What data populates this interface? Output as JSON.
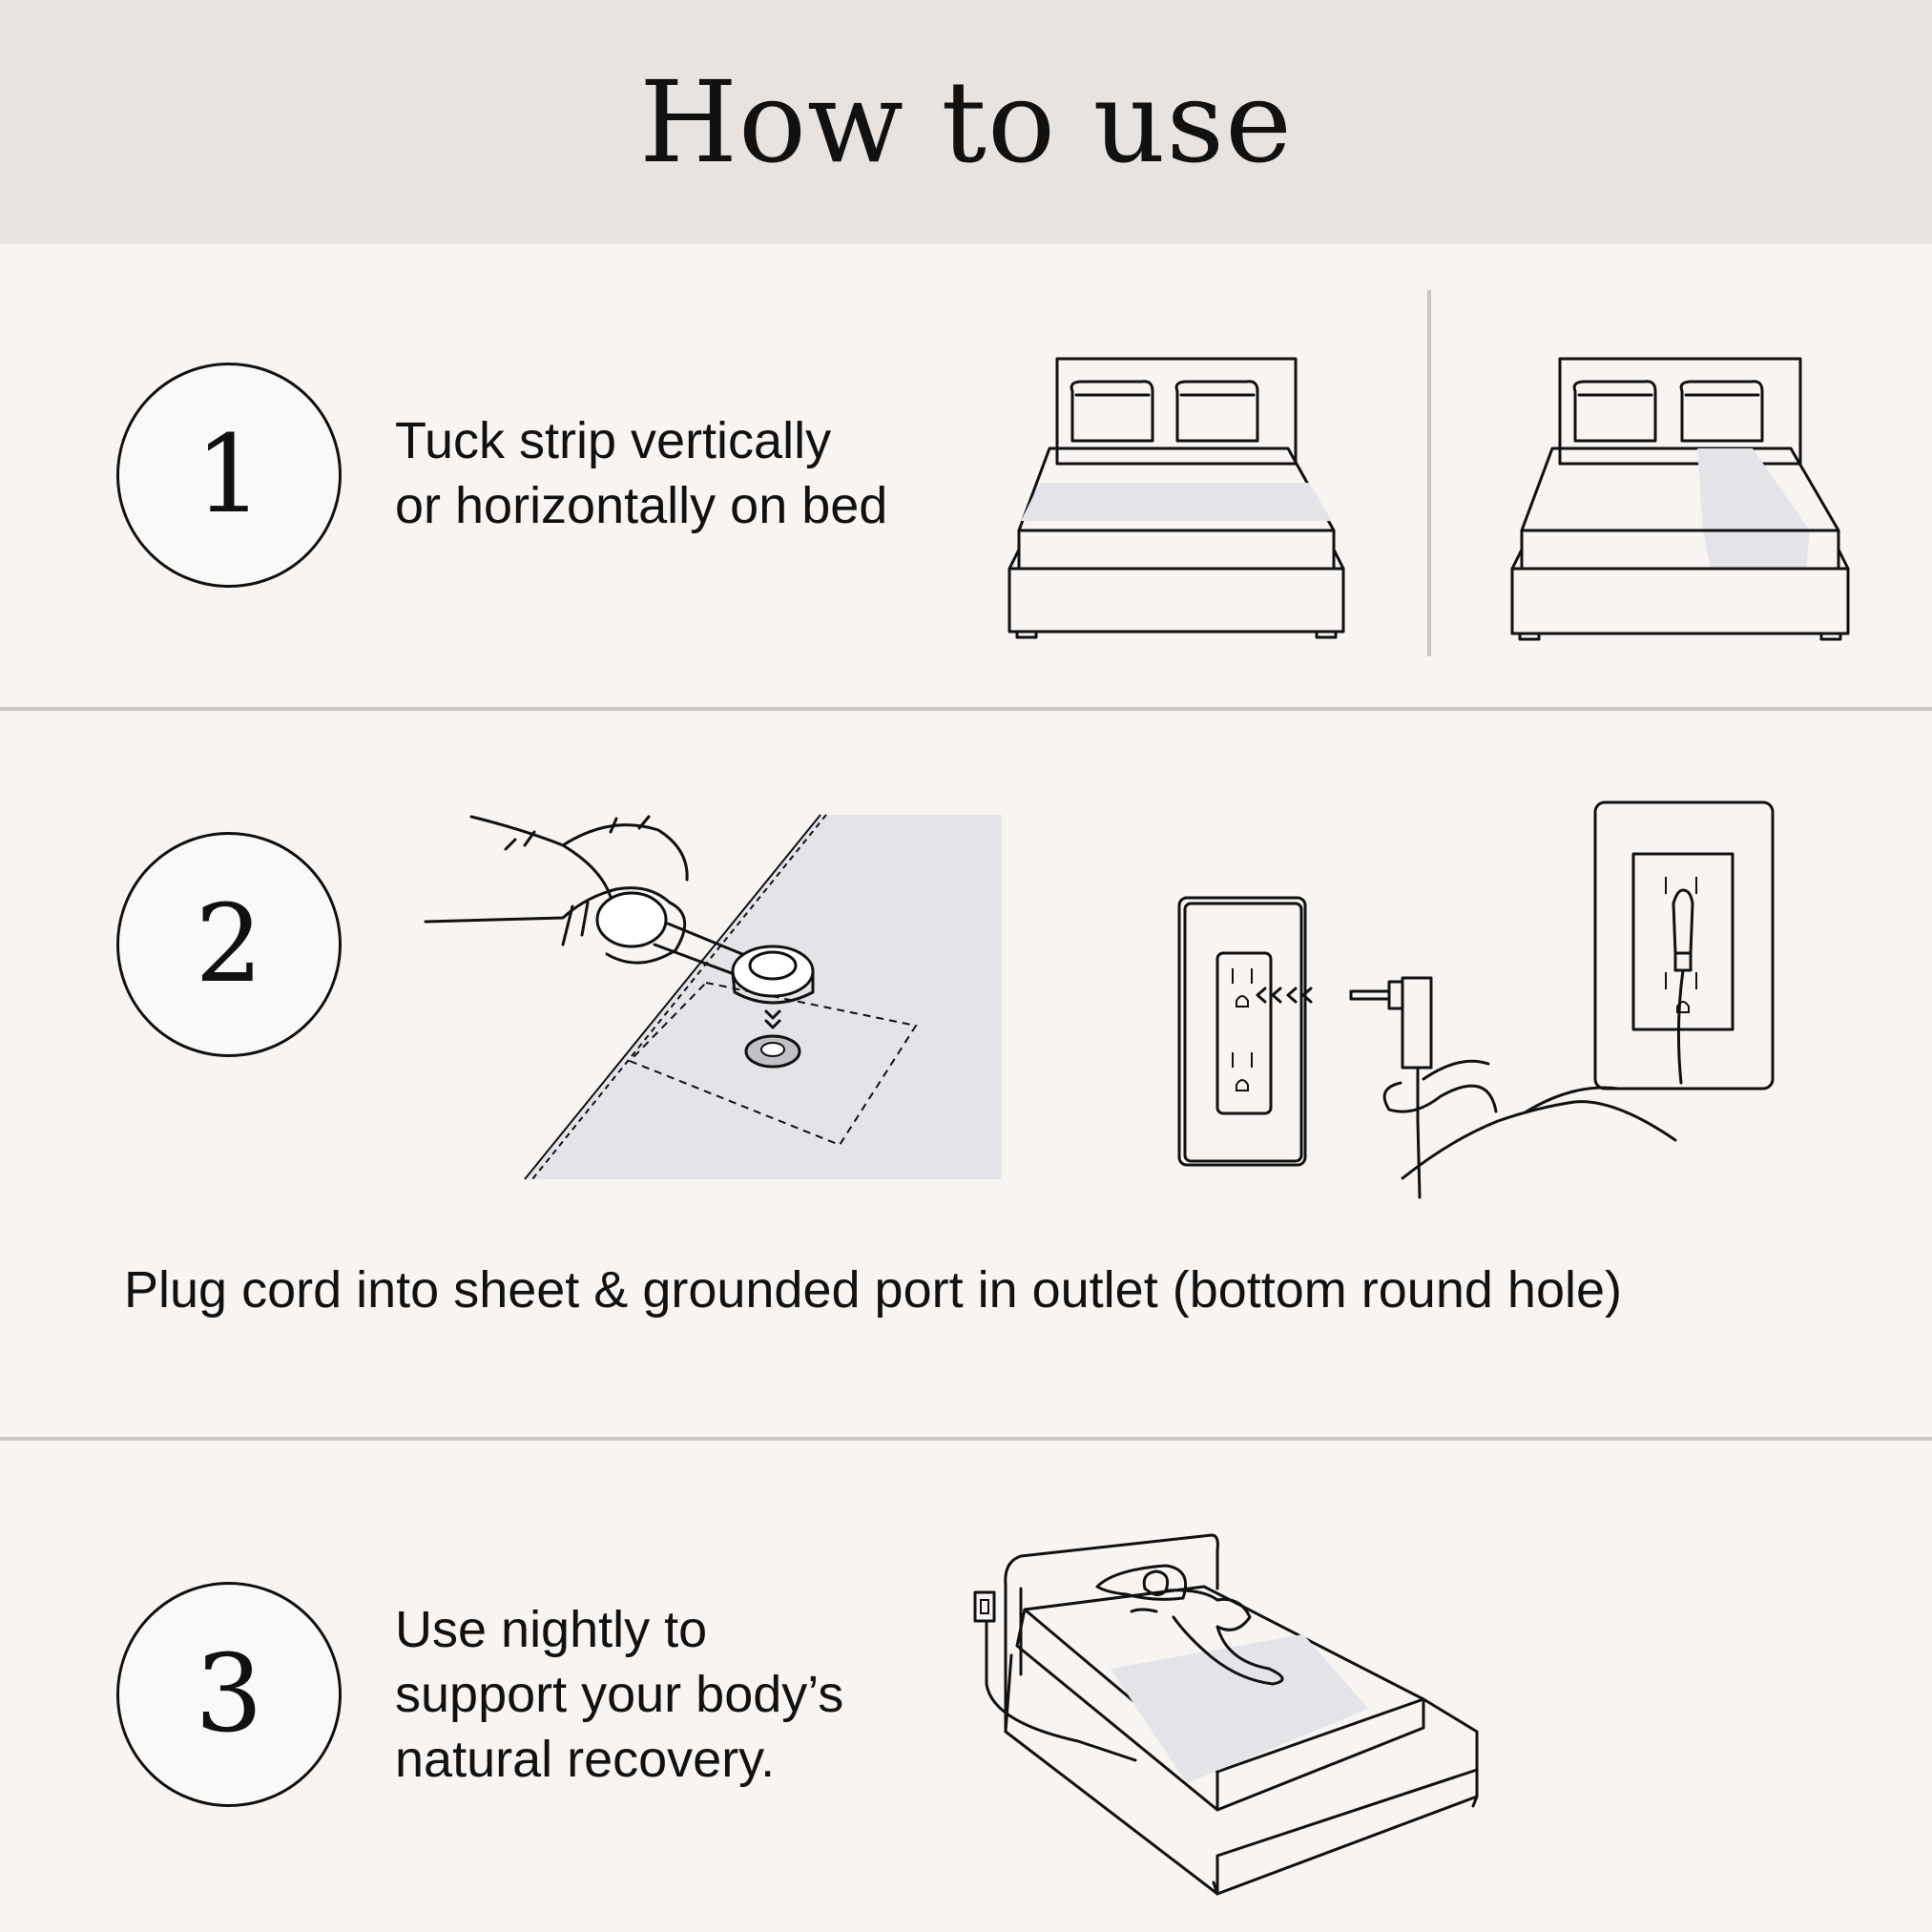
{
  "title": "How to use",
  "steps": [
    {
      "number": "1",
      "lines": [
        "Tuck strip vertically",
        "or horizontally on bed"
      ]
    },
    {
      "number": "2",
      "caption": "Plug cord into sheet & grounded port in outlet (bottom round hole)"
    },
    {
      "number": "3",
      "lines": [
        "Use nightly to",
        "support your body’s",
        "natural recovery."
      ]
    }
  ],
  "colors": {
    "background": "#f7f4f2",
    "header": "#e8e3df",
    "strip": "#e2e4e7",
    "line": "#111111"
  }
}
